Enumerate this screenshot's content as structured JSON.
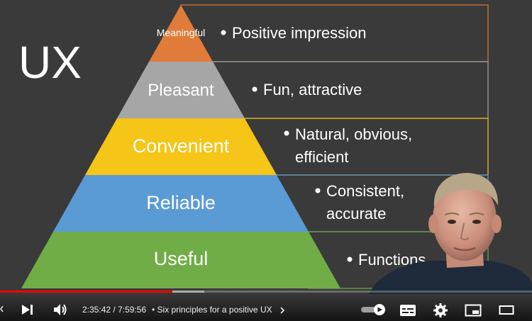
{
  "slide": {
    "big_title": "UX",
    "levels": [
      {
        "label": "Meaningful",
        "bullet": "Positive impression",
        "color": "#e07b39",
        "line_color": "#e07b39"
      },
      {
        "label": "Pleasant",
        "bullet": "Fun, attractive",
        "color": "#a6a6a6",
        "line_color": "#a6a6a6"
      },
      {
        "label": "Convenient",
        "bullet": "Natural, obvious, efficient",
        "bullet_lines": [
          "Natural, obvious,",
          "efficient"
        ],
        "color": "#f5c518",
        "line_color": "#f5c518"
      },
      {
        "label": "Reliable",
        "bullet": "Consistent, accurate",
        "bullet_lines": [
          "Consistent,",
          "accurate"
        ],
        "color": "#5b9bd5",
        "line_color": "#5b9bd5"
      },
      {
        "label": "Useful",
        "bullet": "Functions",
        "color": "#70ad47",
        "line_color": "#70ad47"
      }
    ],
    "background": "#3a3a3a"
  },
  "player": {
    "current_time": "2:35:42",
    "duration": "7:59:56",
    "time_separator": "/",
    "progress_fraction": 0.3245,
    "chapter_title": "Six principles for a positive UX",
    "icons": {
      "next": "next-icon",
      "volume": "volume-icon",
      "autoplay": "autoplay-toggle-icon",
      "subtitles": "subtitles-icon",
      "settings": "gear-icon",
      "miniplayer": "miniplayer-icon",
      "theater": "theater-icon"
    }
  }
}
